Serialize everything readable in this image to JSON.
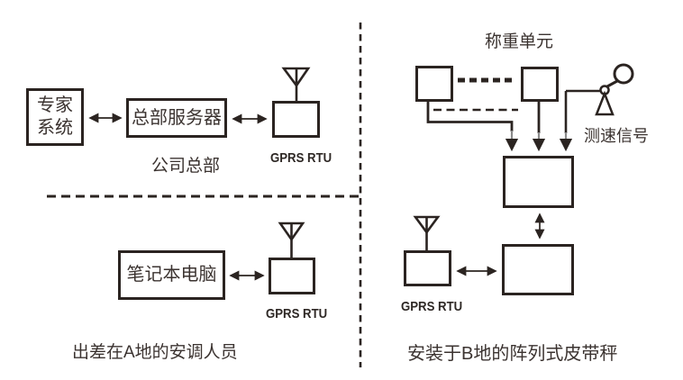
{
  "colors": {
    "background": "#ffffff",
    "stroke": "#2b2421",
    "text": "#3b3330",
    "connector_gray": "#8a8a8a"
  },
  "company_hq": {
    "expert_system": {
      "line1": "专家",
      "line2": "系统"
    },
    "server": "总部服务器",
    "caption": "公司总部",
    "gprs_rtu": "GPRS RTU"
  },
  "field_staff": {
    "laptop": "笔记本电脑",
    "gprs_rtu": "GPRS RTU",
    "caption": "出差在A地的安调人员"
  },
  "belt_scale": {
    "weighing_unit": "称重单元",
    "speed_signal": "测速信号",
    "gprs_rtu": "GPRS RTU",
    "caption": "安装于B地的阵列式皮带秤"
  },
  "icons": {
    "antenna": "antenna-icon",
    "speed_sensor": "tachometer-icon"
  }
}
